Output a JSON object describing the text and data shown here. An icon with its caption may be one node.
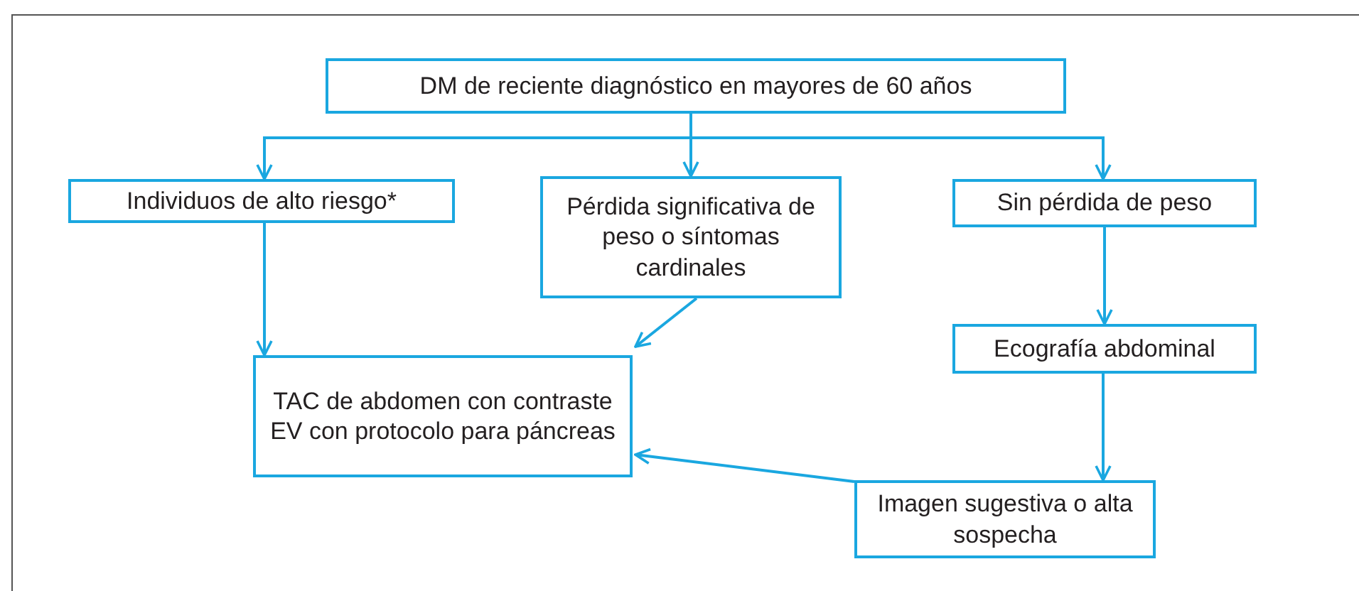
{
  "diagram": {
    "nodes": [
      {
        "text": [
          "DM de reciente diagnóstico en mayores de 60 años"
        ]
      },
      {
        "text": [
          "Individuos de alto riesgo*"
        ]
      },
      {
        "text": [
          "Pérdida significativa de peso o síntomas cardinales"
        ]
      },
      {
        "text": [
          "Sin pérdida de peso"
        ]
      },
      {
        "text": [
          "TAC de abdomen con contraste EV con protocolo para páncreas"
        ]
      },
      {
        "text": [
          "Ecografía abdominal"
        ]
      },
      {
        "text": [
          "Imagen sugestiva o alta sospecha"
        ]
      }
    ],
    "edges": [
      {
        "from": 0,
        "to": 1,
        "arrow": "to"
      },
      {
        "from": 0,
        "to": 2,
        "arrow": "to"
      },
      {
        "from": 0,
        "to": 3,
        "arrow": "to"
      },
      {
        "from": 1,
        "to": 4,
        "arrow": "to"
      },
      {
        "from": 2,
        "to": 4,
        "arrow": "to"
      },
      {
        "from": 3,
        "to": 5,
        "arrow": "to"
      },
      {
        "from": 5,
        "to": 6,
        "arrow": "to"
      },
      {
        "from": 6,
        "to": 4,
        "arrow": "to"
      }
    ]
  }
}
